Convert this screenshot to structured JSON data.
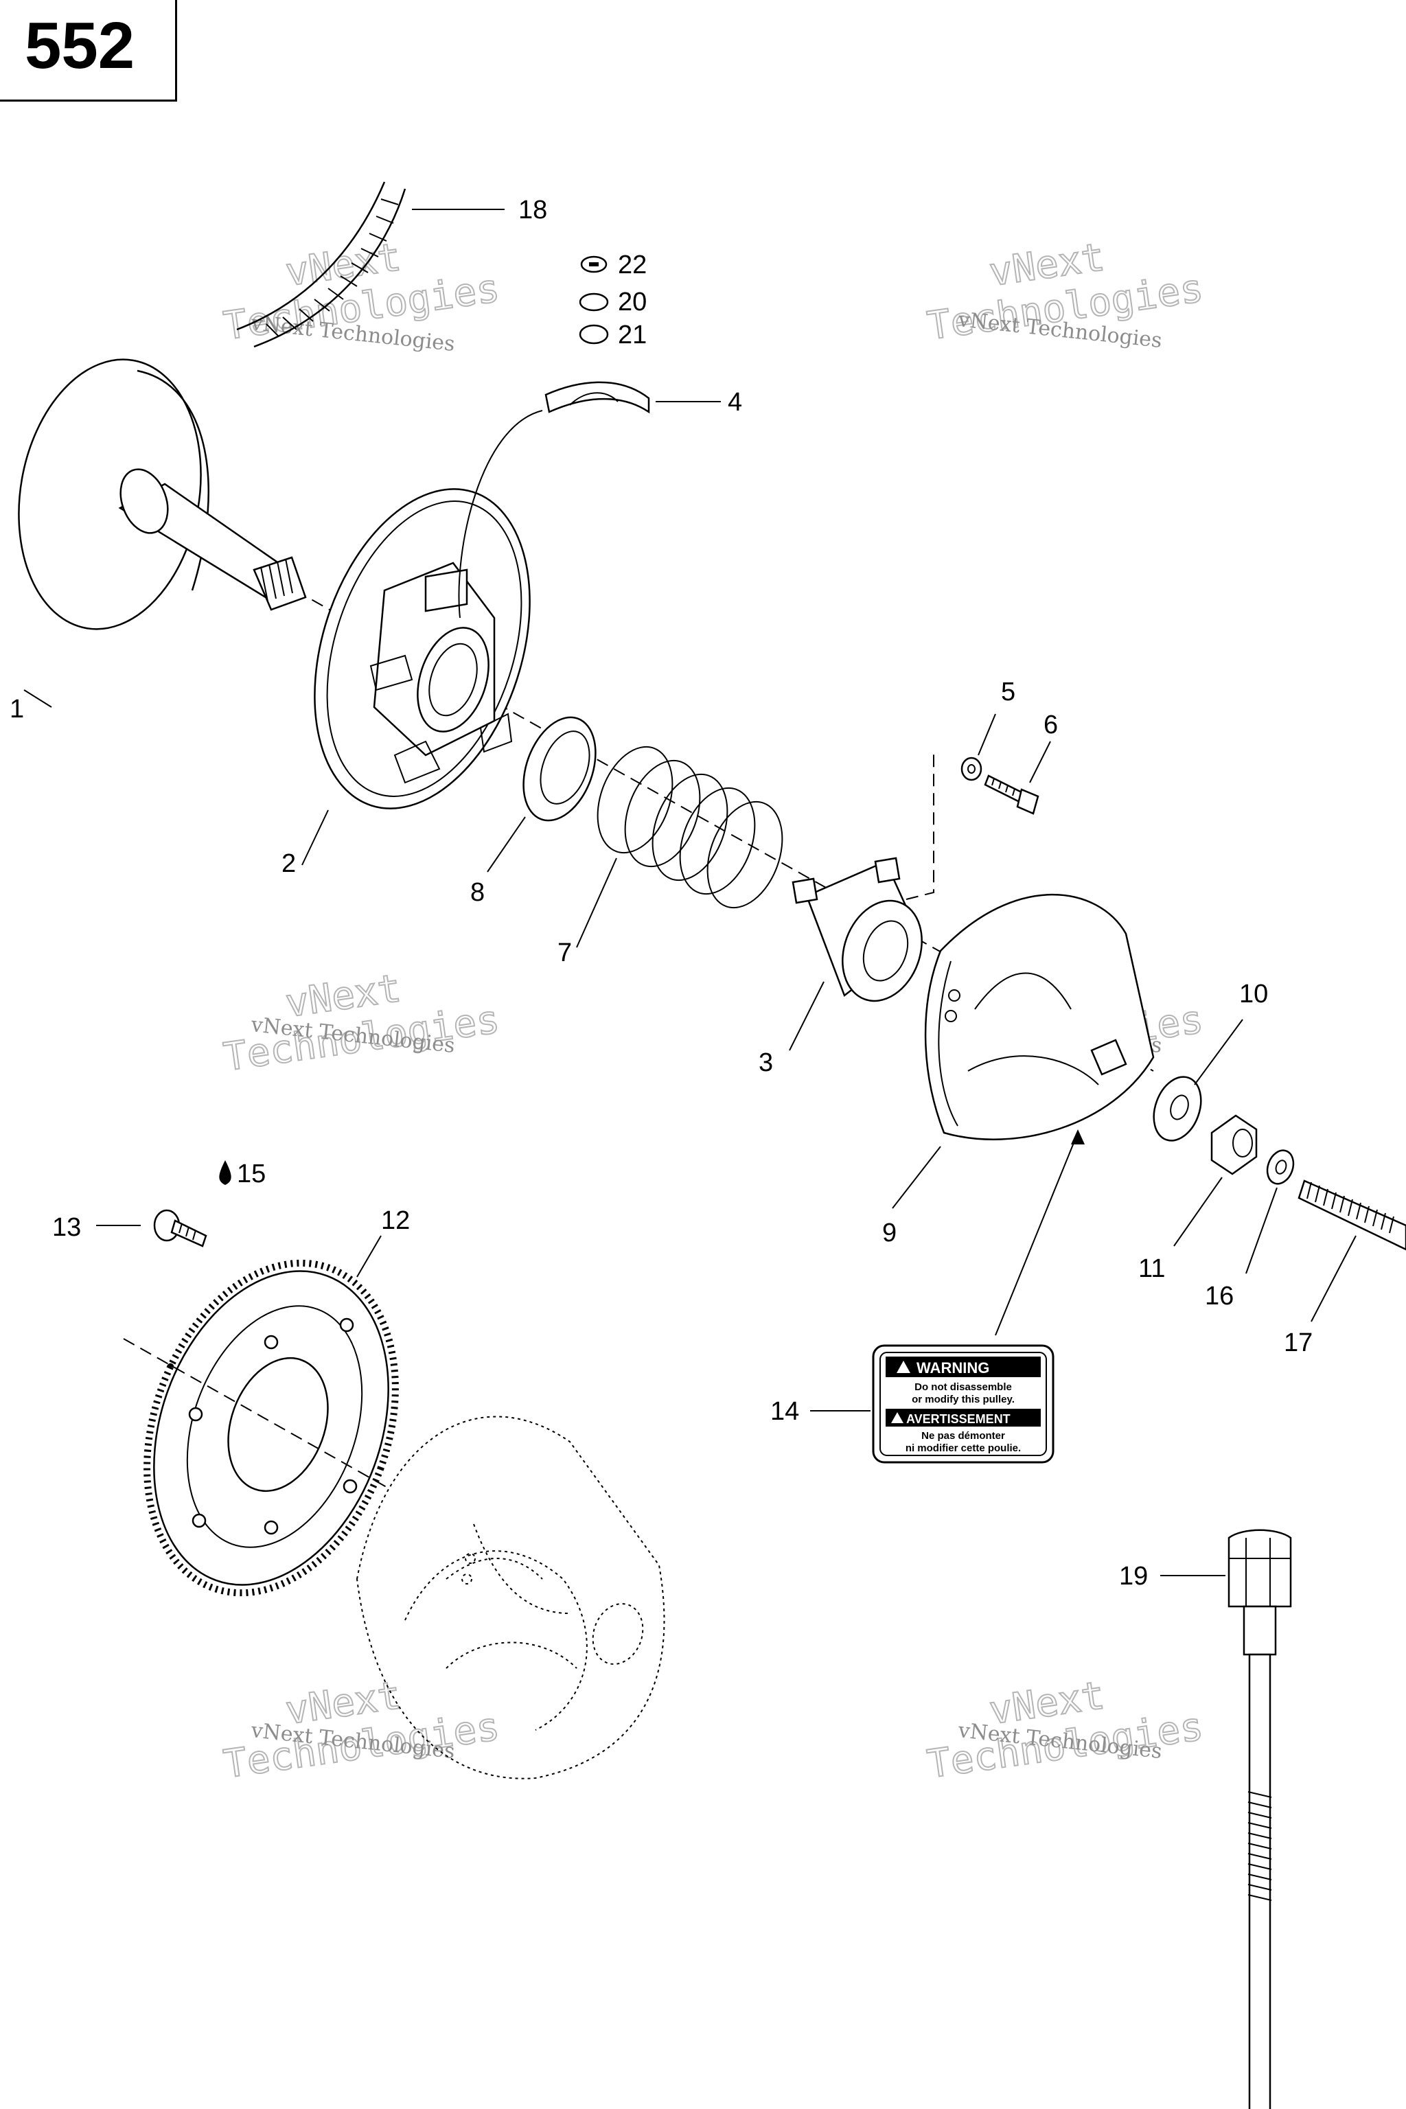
{
  "page_number": "552",
  "callouts": [
    {
      "id": "1",
      "label": "1"
    },
    {
      "id": "2",
      "label": "2"
    },
    {
      "id": "3",
      "label": "3"
    },
    {
      "id": "4",
      "label": "4"
    },
    {
      "id": "5",
      "label": "5"
    },
    {
      "id": "6",
      "label": "6"
    },
    {
      "id": "7",
      "label": "7"
    },
    {
      "id": "8",
      "label": "8"
    },
    {
      "id": "9",
      "label": "9"
    },
    {
      "id": "10",
      "label": "10"
    },
    {
      "id": "11",
      "label": "11"
    },
    {
      "id": "12",
      "label": "12"
    },
    {
      "id": "13",
      "label": "13"
    },
    {
      "id": "14",
      "label": "14"
    },
    {
      "id": "15",
      "label": "15"
    },
    {
      "id": "16",
      "label": "16"
    },
    {
      "id": "17",
      "label": "17"
    },
    {
      "id": "18",
      "label": "18"
    },
    {
      "id": "19",
      "label": "19"
    },
    {
      "id": "20",
      "label": "20"
    },
    {
      "id": "21",
      "label": "21"
    },
    {
      "id": "22",
      "label": "22"
    }
  ],
  "warning_label": {
    "warning_title": "WARNING",
    "warning_line1": "Do not disassemble",
    "warning_line2": "or modify this pulley.",
    "avert_title": "AVERTISSEMENT",
    "avert_line1": "Ne pas démonter",
    "avert_line2": "ni modifier cette poulie."
  },
  "watermark": {
    "line_small": "vNext Technologies",
    "line_top": "vNext",
    "line_bottom": "Technologies"
  },
  "icons": {
    "oil_drop": "oil-drop-icon",
    "warning_triangle": "warning-triangle-icon"
  }
}
